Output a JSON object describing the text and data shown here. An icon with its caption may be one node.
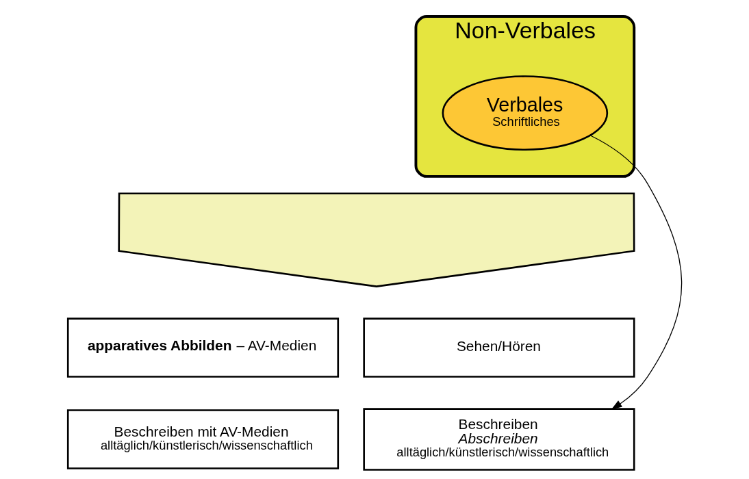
{
  "diagram": {
    "nodes": [
      {
        "text": [
          "Non-Verbales"
        ]
      },
      {
        "text": [
          "Verbales",
          "Schriftliches"
        ],
        "in": 0
      },
      {
        "text": [],
        "shape": "arrow"
      },
      {
        "text": [
          "Sehen/Hören"
        ]
      },
      {
        "text": [
          "**apparatives Abbilden** – AV-Medien"
        ]
      },
      {
        "text": [
          "Beschreiben",
          "Abschreiben",
          "alltäglich/künstlerisch/wissenschaftlich"
        ]
      },
      {
        "text": [
          "Beschreiben mit AV-Medien",
          "alltäglich/künstlerisch/wissenschaftlich"
        ]
      }
    ],
    "edges": [
      {
        "from": 1,
        "to": 5,
        "arrow": "to"
      }
    ]
  }
}
